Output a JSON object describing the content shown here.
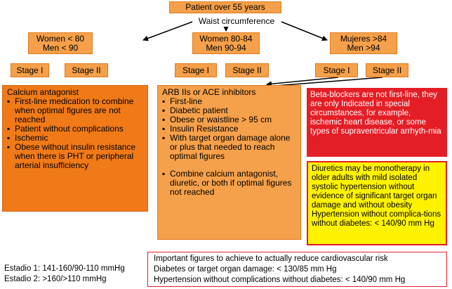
{
  "root": "Patient over 55 years",
  "criterion": "Waist circumference",
  "groups": [
    {
      "line1": "Women < 80",
      "line2": "Men < 90",
      "stage1": "Stage I",
      "stage2": "Stage II"
    },
    {
      "line1": "Women 80-84",
      "line2": "Men 90-94",
      "stage1": "Stage I",
      "stage2": "Stage II"
    },
    {
      "line1": "Mujeres >84",
      "line2": "Men >94",
      "stage1": "Stage I",
      "stage2": "Stage II"
    }
  ],
  "calcium": {
    "title": "Calcium antagonist",
    "items": [
      "First-line medication to combine when optimal figures are not reached",
      "Patient without complications",
      "Ischemic",
      "Obese without insulin resistance when there is PHT or peripheral arterial insufficiency"
    ]
  },
  "arb": {
    "title": "ARB IIs or ACE inhibitors",
    "items": [
      "First-line",
      "Diabetic patient",
      "Obese or waistline > 95 cm",
      "Insulin Resistance",
      "With target organ damage alone or plus that needed to reach optimal figures",
      "Combine calcium antagonist, diuretic, or both if optimal figures not reached"
    ]
  },
  "beta_blockers": "Beta-blockers are not first-line, they are only Indicated in special circumstances, for example, ischemic heart disease, or some types of supraventricular arrhyth-mia",
  "diuretics": "Diuretics may be monotherapy in older adults with mild isolated systolic hypertension without evidence of significant target organ damage and without obesity Hypertension without complica-tions without diabetes: < 140/90 mm Hg",
  "stages": {
    "stage1": "Estadio 1: 141-160/90-110 mmHg",
    "stage2": "Estadio 2: >160/>110 mmHg"
  },
  "targets": {
    "title": "Important figures to achieve to actually reduce cardiovascular risk",
    "line1": "Diabetes or target organ damage: < 130/85 mm Hg",
    "line2": "Hypertension without complications without diabetes: < 140/90 mm Hg"
  },
  "colors": {
    "orange_fill": "#F5A04A",
    "orange_dark": "#F07A18",
    "red": "#E41E26",
    "yellow": "#FFF200"
  }
}
